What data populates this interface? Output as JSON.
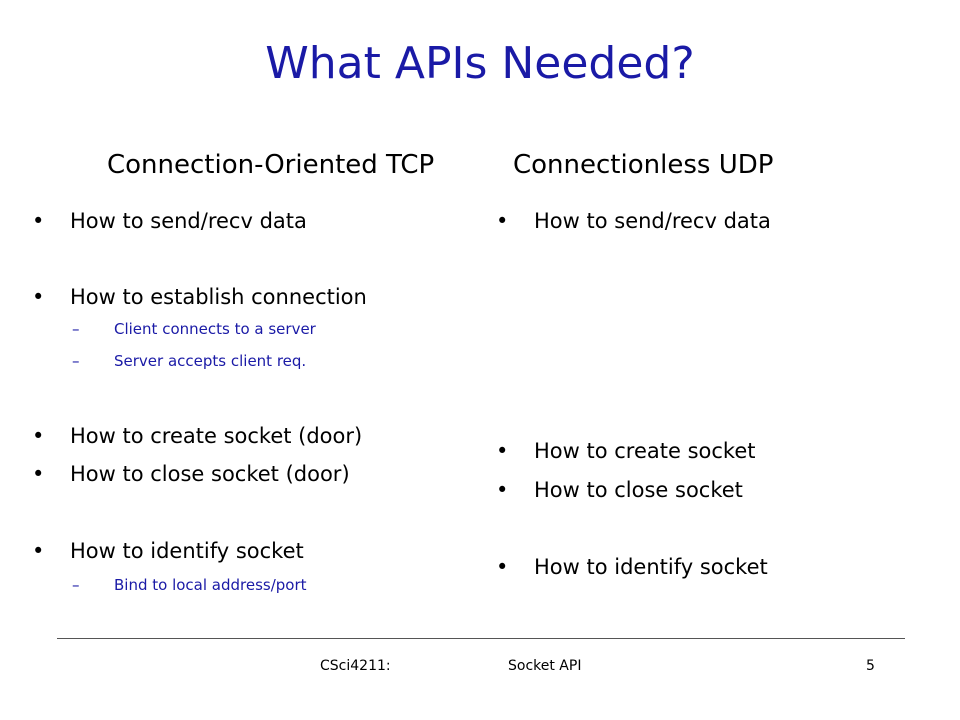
{
  "slide": {
    "title": "What APIs Needed?",
    "bullet_glyph": "•",
    "dash_glyph": "–"
  },
  "left": {
    "heading": "Connection-Oriented TCP",
    "items": [
      {
        "text": "How to send/recv data"
      },
      {
        "text": "How to establish connection",
        "subs": [
          "Client connects to a server",
          "Server accepts client req."
        ]
      },
      {
        "text": "How to create socket (door)"
      },
      {
        "text": "How to close socket (door)"
      },
      {
        "text": "How to identify socket",
        "subs": [
          "Bind to local address/port"
        ]
      }
    ]
  },
  "right": {
    "heading": "Connectionless UDP",
    "items": [
      {
        "text": "How to send/recv data"
      },
      {
        "text": "How to create socket"
      },
      {
        "text": "How to close socket"
      },
      {
        "text": "How to identify socket"
      }
    ]
  },
  "footer": {
    "course": "CSci4211:",
    "topic": "Socket API",
    "page": "5"
  },
  "colors": {
    "title": "#1a1aa6",
    "sub_bullets": "#1a1aa6",
    "text": "#000000"
  }
}
